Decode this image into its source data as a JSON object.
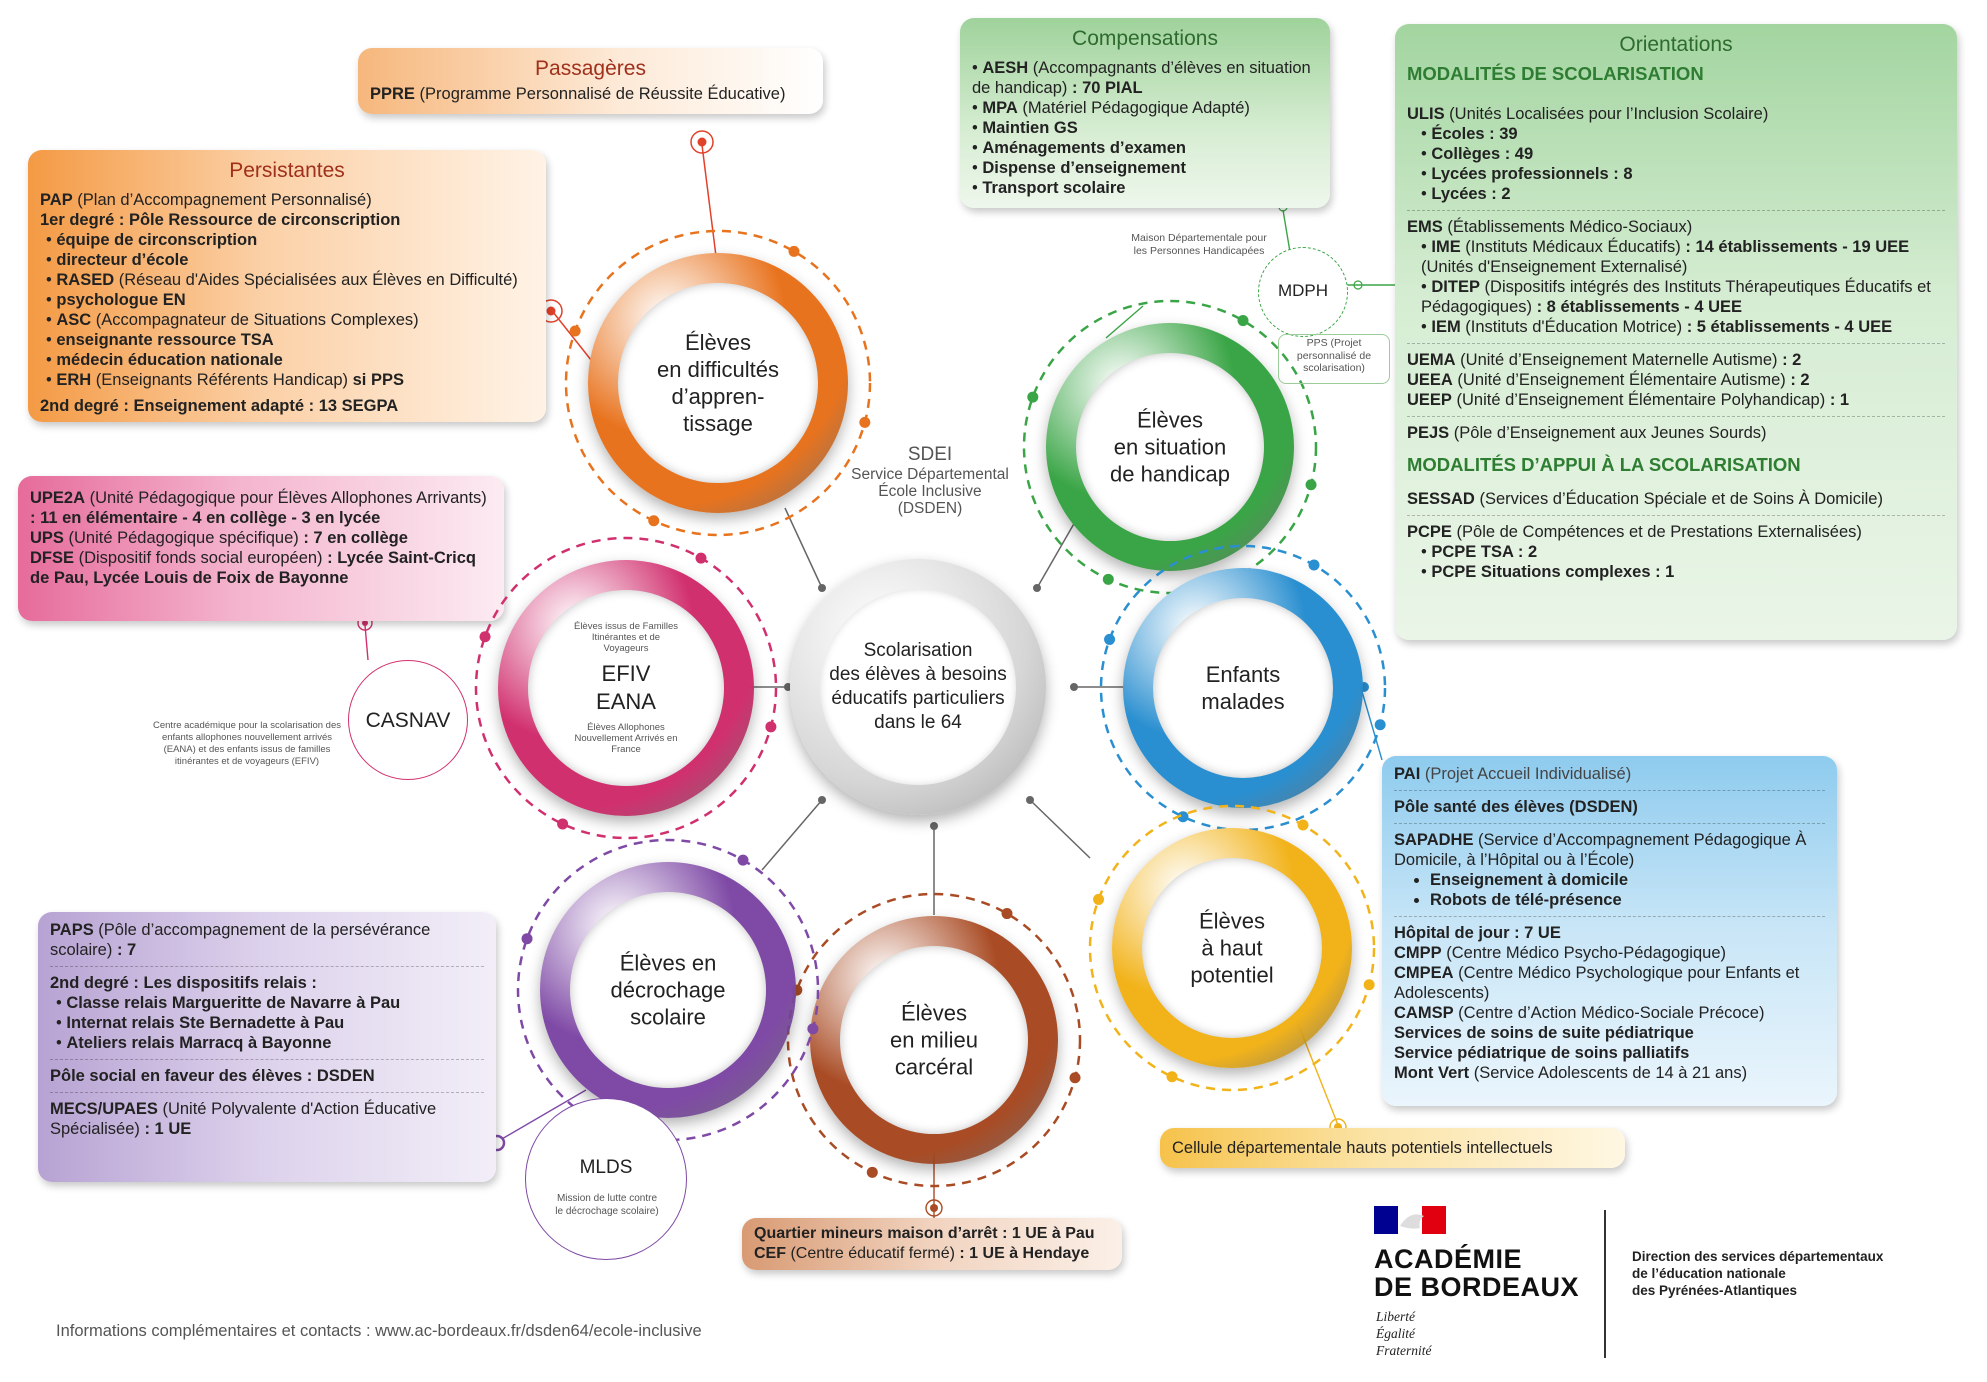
{
  "center": {
    "label_lines": [
      "Scolarisation",
      "des élèves à besoins",
      "éducatifs particuliers",
      "dans le 64"
    ],
    "sdei_title": "SDEI",
    "sdei_lines": [
      "Service Départemental",
      "École Inclusive",
      "(DSDEN)"
    ]
  },
  "hubs": {
    "difficultes": {
      "lines": [
        "Élèves",
        "en difficultés",
        "d’appren-",
        "tissage"
      ],
      "color": "#e8731e"
    },
    "handicap": {
      "lines": [
        "Élèves",
        "en situation",
        "de handicap"
      ],
      "color": "#3aa546"
    },
    "malades": {
      "lines": [
        "Enfants",
        "malades"
      ],
      "color": "#2a8fd0"
    },
    "haut_potentiel": {
      "lines": [
        "Élèves",
        "à haut",
        "potentiel"
      ],
      "color": "#f2b31a"
    },
    "carceral": {
      "lines": [
        "Élèves",
        "en milieu",
        "carcéral"
      ],
      "color": "#a94b24"
    },
    "decrochage": {
      "lines": [
        "Élèves en",
        "décrochage",
        "scolaire"
      ],
      "color": "#7f4aa6"
    },
    "efiv": {
      "top_small": "Élèves issus de Familles Itinérantes et de Voyageurs",
      "lines": [
        "EFIV",
        "EANA"
      ],
      "bottom_small": "Élèves Allophones Nouvellement Arrivés en France",
      "color": "#d1306f"
    }
  },
  "satellites": {
    "mdph": {
      "label": "MDPH",
      "desc": "Maison Départementale pour les Personnes Handicapées",
      "pps": "PPS (Projet personnalisé de scolarisation)"
    },
    "casnav": {
      "label": "CASNAV",
      "desc": "Centre académique pour la scolarisation des enfants allophones nouvellement arrivés (EANA) et des enfants issus de familles itinérantes et de voyageurs (EFIV)"
    },
    "mlds": {
      "label": "MLDS",
      "desc": "Mission de lutte contre le décrochage scolaire)"
    }
  },
  "passageres": {
    "title": "Passagères",
    "line": {
      "b": "PPRE",
      "r": " (Programme Personnalisé de Réussite Éducative)"
    }
  },
  "persistantes": {
    "title": "Persistantes",
    "pap": {
      "b": "PAP",
      "r": " (Plan d’Accompagnement Personnalisé)"
    },
    "premier": "1er degré : Pôle Ressource de circonscription",
    "items": [
      {
        "b": "équipe de circonscription",
        "r": ""
      },
      {
        "b": "directeur d’école",
        "r": ""
      },
      {
        "b": "RASED",
        "r": " (Réseau d'Aides Spécialisées aux Élèves en Difficulté)"
      },
      {
        "b": "psychologue EN",
        "r": ""
      },
      {
        "b": "ASC",
        "r": " (Accompagnateur de Situations Complexes)"
      },
      {
        "b": "enseignante ressource TSA",
        "r": ""
      },
      {
        "b": "médecin éducation nationale",
        "r": ""
      },
      {
        "b": "ERH",
        "r": " (Enseignants Référents Handicap)",
        "b2": " si PPS"
      }
    ],
    "second": "2nd degré : Enseignement adapté : 13 SEGPA"
  },
  "upe2a": {
    "lines": [
      {
        "b": "UPE2A",
        "r": " (Unité Pédagogique pour Élèves Allophones Arrivants)",
        "b2": " : 11 en élémentaire - 4 en collège - 3 en lycée"
      },
      {
        "b": "UPS",
        "r": " (Unité Pédagogique spécifique)",
        "b2": " : 7 en collège"
      },
      {
        "b": "DFSE",
        "r": " (Dispositif fonds social européen)",
        "b2": " : Lycée Saint-Cricq de Pau, Lycée Louis de Foix de Bayonne"
      }
    ]
  },
  "compensations": {
    "title": "Compensations",
    "items": [
      {
        "b": "AESH",
        "r": " (Accompagnants d’élèves en situation de handicap)",
        "b2": " : 70 PIAL"
      },
      {
        "b": "MPA",
        "r": " (Matériel Pédagogique Adapté)",
        "b2": ""
      },
      {
        "b": "Maintien GS",
        "r": "",
        "b2": ""
      },
      {
        "b": "Aménagements d’examen",
        "r": "",
        "b2": ""
      },
      {
        "b": "Dispense d’enseignement",
        "r": "",
        "b2": ""
      },
      {
        "b": "Transport scolaire",
        "r": "",
        "b2": ""
      }
    ]
  },
  "orientations": {
    "title": "Orientations",
    "sec1": "MODALITÉS DE SCOLARISATION",
    "ulis": {
      "b": "ULIS",
      "r": " (Unités Localisées pour l’Inclusion Scolaire)"
    },
    "ulis_items": [
      "Écoles : 39",
      "Collèges : 49",
      "Lycées professionnels : 8",
      "Lycées : 2"
    ],
    "ems": {
      "b": "EMS",
      "r": " (Établissements Médico-Sociaux)"
    },
    "ems_items": [
      {
        "b": "IME",
        "r": " (Instituts Médicaux Éducatifs)",
        "b2": " : 14 établissements - 19 UEE",
        "r2": " (Unités d'Enseignement Externalisé)"
      },
      {
        "b": "DITEP",
        "r": " (Dispositifs intégrés des Instituts Thérapeutiques Éducatifs et Pédagogiques)",
        "b2": " : 8 établissements - 4 UEE",
        "r2": ""
      },
      {
        "b": "IEM",
        "r": " (Instituts d'Éducation Motrice)",
        "b2": " : 5 établissements - 4 UEE",
        "r2": ""
      }
    ],
    "uema": [
      {
        "b": "UEMA",
        "r": " (Unité d’Enseignement Maternelle Autisme)",
        "b2": " : 2"
      },
      {
        "b": "UEEA",
        "r": " (Unité d’Enseignement Élémentaire Autisme)",
        "b2": " : 2"
      },
      {
        "b": "UEEP",
        "r": " (Unité d’Enseignement Élémentaire Polyhandicap)",
        "b2": " : 1"
      }
    ],
    "pejs": {
      "b": "PEJS",
      "r": " (Pôle d’Enseignement aux Jeunes Sourds)"
    },
    "sec2": "MODALITÉS D’APPUI À LA SCOLARISATION",
    "sessad": {
      "b": "SESSAD",
      "r": " (Services d’Éducation Spéciale et de Soins À Domicile)"
    },
    "pcpe": {
      "b": "PCPE",
      "r": " (Pôle de Compétences et de Prestations Externalisées)"
    },
    "pcpe_items": [
      "PCPE TSA : 2",
      "PCPE Situations complexes : 1"
    ]
  },
  "pai": {
    "pai": {
      "b": "PAI",
      "r": " (Projet Accueil Individualisé)"
    },
    "pole": "Pôle santé des élèves (DSDEN)",
    "sapadhe": {
      "b": "SAPADHE",
      "r": " (Service d’Accompagnement Pédagogique À Domicile, à l’Hôpital ou à l’École)"
    },
    "sapadhe_items": [
      "Enseignement à domicile",
      "Robots de télé-présence"
    ],
    "lines": [
      {
        "b": "Hôpital de jour : 7 UE",
        "r": ""
      },
      {
        "b": "CMPP",
        "r": " (Centre Médico Psycho-Pédagogique)"
      },
      {
        "b": "CMPEA",
        "r": " (Centre Médico Psychologique pour Enfants et Adolescents)"
      },
      {
        "b": "CAMSP",
        "r": " (Centre d’Action Médico-Sociale Précoce)"
      },
      {
        "b": "Services de soins de suite pédiatrique",
        "r": ""
      },
      {
        "b": "Service pédiatrique de soins palliatifs",
        "r": ""
      },
      {
        "b": "Mont Vert",
        "r": " (Service Adolescents de 14 à 21 ans)"
      }
    ]
  },
  "cellule": "Cellule départementale hauts potentiels intellectuels",
  "carceral_box": [
    {
      "b": "Quartier mineurs maison d’arrêt : 1 UE à Pau",
      "r": ""
    },
    {
      "b": "CEF",
      "r": " (Centre éducatif fermé)",
      "b2": " : 1 UE à Hendaye"
    }
  ],
  "paps": {
    "paps": {
      "b": "PAPS",
      "r": " (Pôle d’accompagnement de la persévérance scolaire)",
      "b2": " : 7"
    },
    "second": "2nd degré : Les dispositifs relais :",
    "items": [
      "Classe relais Margueritte de Navarre à Pau",
      "Internat relais Ste Bernadette à Pau",
      "Ateliers relais Marracq à Bayonne"
    ],
    "pole": "Pôle social en faveur des élèves : DSDEN",
    "mecs": {
      "b": "MECS/UPAES",
      "r": " (Unité Polyvalente d'Action Éducative Spécialisée)",
      "b2": " : 1 UE"
    }
  },
  "footer": {
    "info": "Informations complémentaires et contacts : ",
    "url": "www.ac-bordeaux.fr/dsden64/ecole-inclusive",
    "academie1": "ACADÉMIE",
    "academie2": "DE BORDEAUX",
    "devise": [
      "Liberté",
      "Égalité",
      "Fraternité"
    ],
    "direction": [
      "Direction des services départementaux",
      "de l’éducation nationale",
      "des Pyrénées-Atlantiques"
    ]
  }
}
